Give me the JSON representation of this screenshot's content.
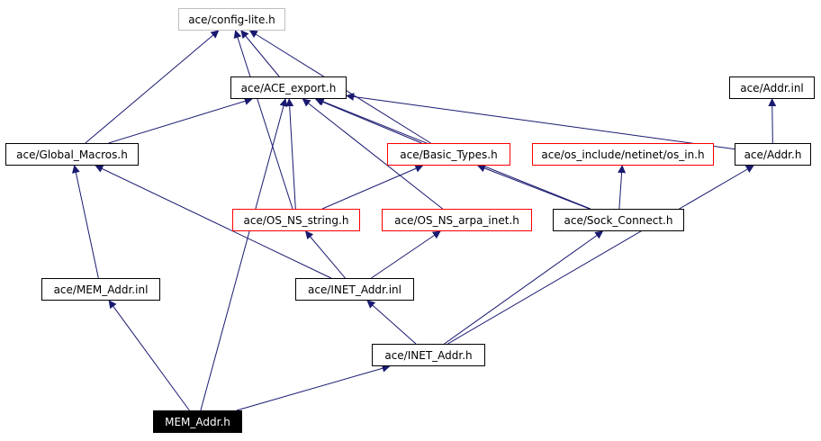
{
  "colors": {
    "edge": "#191970",
    "node_border": "#000000",
    "undocumented_border": "#ff0000",
    "external_border": "#bfbfbf",
    "root_fill": "#000000",
    "root_text": "#ffffff"
  },
  "nodes": {
    "config_lite": "ace/config-lite.h",
    "ace_export": "ace/ACE_export.h",
    "addr_inl": "ace/Addr.inl",
    "global_macros": "ace/Global_Macros.h",
    "basic_types": "ace/Basic_Types.h",
    "os_in": "ace/os_include/netinet/os_in.h",
    "addr_h": "ace/Addr.h",
    "os_ns_string": "ace/OS_NS_string.h",
    "os_ns_arpa_inet": "ace/OS_NS_arpa_inet.h",
    "sock_connect": "ace/Sock_Connect.h",
    "mem_addr_inl": "ace/MEM_Addr.inl",
    "inet_addr_inl": "ace/INET_Addr.inl",
    "inet_addr_h": "ace/INET_Addr.h",
    "mem_addr_h": "MEM_Addr.h"
  },
  "edges": [
    [
      "mem_addr_h",
      "mem_addr_inl"
    ],
    [
      "mem_addr_h",
      "ace_export"
    ],
    [
      "mem_addr_h",
      "inet_addr_h"
    ],
    [
      "mem_addr_inl",
      "global_macros"
    ],
    [
      "global_macros",
      "config_lite"
    ],
    [
      "global_macros",
      "ace_export"
    ],
    [
      "ace_export",
      "config_lite"
    ],
    [
      "inet_addr_h",
      "inet_addr_inl"
    ],
    [
      "inet_addr_h",
      "sock_connect"
    ],
    [
      "inet_addr_h",
      "addr_h"
    ],
    [
      "inet_addr_inl",
      "global_macros"
    ],
    [
      "inet_addr_inl",
      "os_ns_string"
    ],
    [
      "inet_addr_inl",
      "os_ns_arpa_inet"
    ],
    [
      "os_ns_string",
      "basic_types"
    ],
    [
      "os_ns_string",
      "config_lite"
    ],
    [
      "os_ns_string",
      "ace_export"
    ],
    [
      "os_ns_arpa_inet",
      "ace_export"
    ],
    [
      "basic_types",
      "ace_export"
    ],
    [
      "basic_types",
      "config_lite"
    ],
    [
      "sock_connect",
      "basic_types"
    ],
    [
      "sock_connect",
      "os_in"
    ],
    [
      "sock_connect",
      "ace_export"
    ],
    [
      "addr_h",
      "addr_inl"
    ],
    [
      "addr_h",
      "ace_export"
    ]
  ]
}
